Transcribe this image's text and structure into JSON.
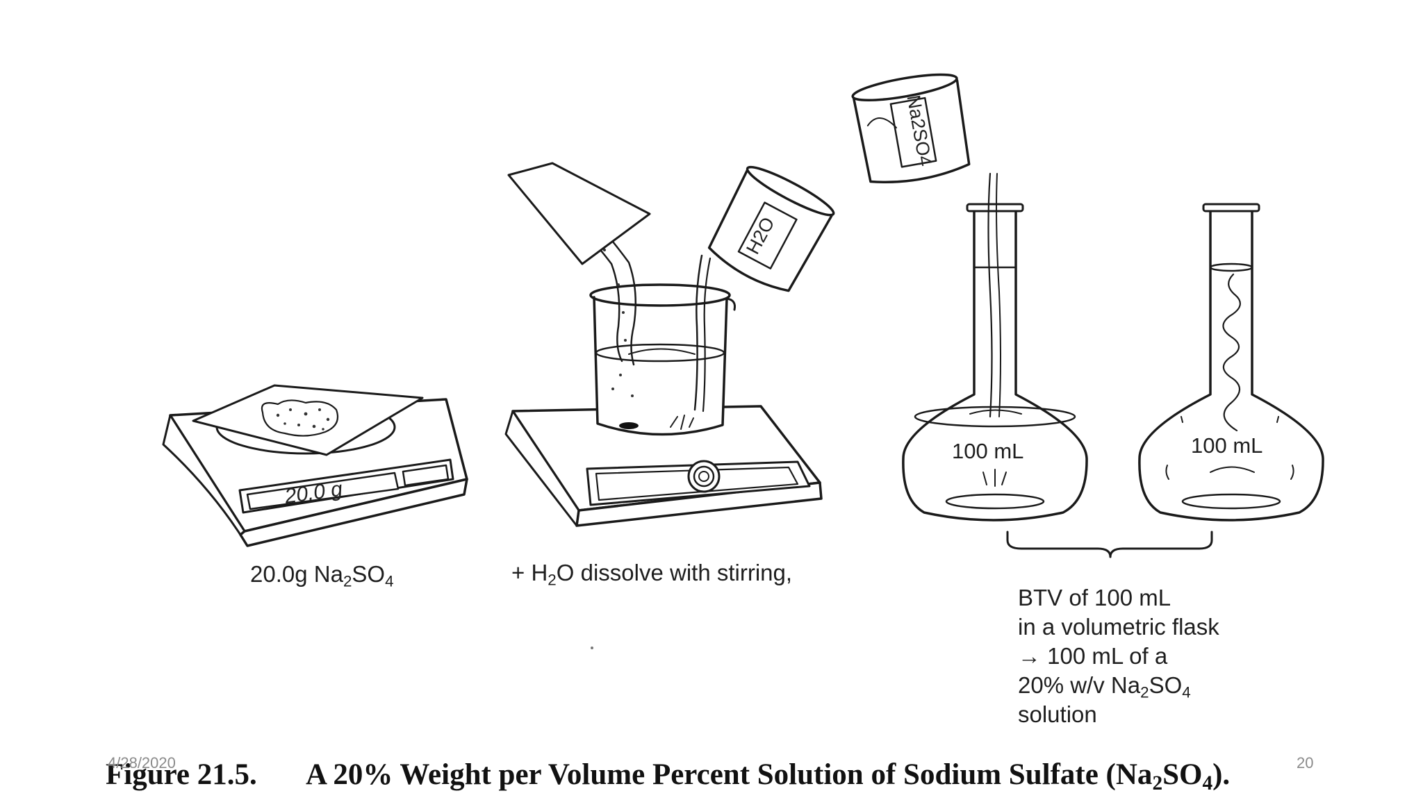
{
  "footer": {
    "date": "4/28/2020",
    "page_number": "20"
  },
  "figure": {
    "caption_number": "Figure 21.5.",
    "caption_text": "A 20% Weight per Volume Percent Solution of Sodium Sulfate (Na",
    "caption_sub": "2",
    "caption_text2": "SO",
    "caption_sub2": "4",
    "caption_end": ")."
  },
  "scale": {
    "reading": "20.0 g",
    "label_main": "20.0g Na",
    "label_sub1": "2",
    "label_mid": "SO",
    "label_sub2": "4"
  },
  "dissolve": {
    "label_pre": "+ H",
    "label_sub": "2",
    "label_post": "O dissolve with stirring,",
    "bottle_text": "H2O"
  },
  "transfer": {
    "bottle_text": "Na2SO4",
    "flask1_volume": "100 mL",
    "flask2_volume": "100 mL"
  },
  "btv": {
    "line1": "BTV of 100 mL",
    "line2": "in a volumetric flask",
    "line3": "→ 100 mL of a",
    "line4_pre": "20% w/v Na",
    "line4_sub1": "2",
    "line4_mid": "SO",
    "line4_sub2": "4",
    "line5": "solution"
  }
}
